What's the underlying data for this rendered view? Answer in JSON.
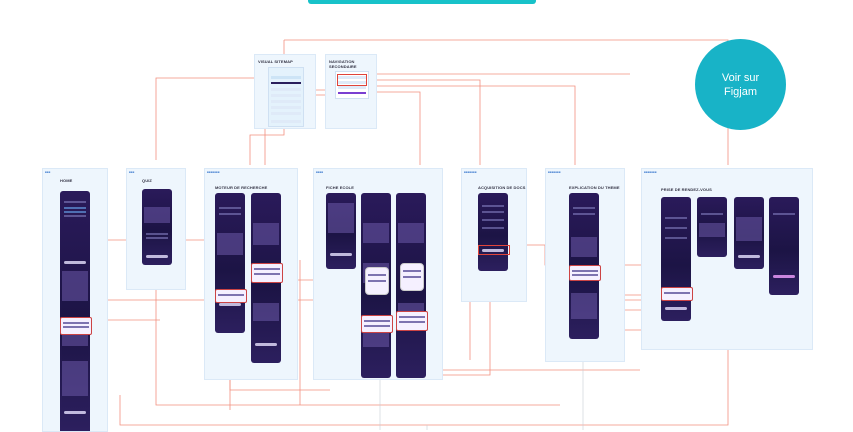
{
  "figjam_button": {
    "line1": "Voir sur",
    "line2": "Figjam"
  },
  "colors": {
    "accent": "#17c2c9",
    "connector": "#f08a7a",
    "phone": "#1c1445"
  },
  "sections": {
    "visual_sitemap": {
      "title": "VISUAL SITEMAP"
    },
    "navigation": {
      "title_line1": "NAVIGATION",
      "title_line2": "SECONDAIRE"
    },
    "home": {
      "title": "HOME"
    },
    "quiz": {
      "title": "QUIZ"
    },
    "moteur": {
      "title": "MOTEUR DE RECHERCHE"
    },
    "fiche_ecole": {
      "title": "FICHE ECOLE"
    },
    "ajout_doc": {
      "title": "ACQUISITION DE DOCS"
    },
    "explication": {
      "title": "EXPLICATION DU THEME"
    },
    "prise_rdv": {
      "title": "PRISE DE RENDEZ-VOUS"
    }
  }
}
